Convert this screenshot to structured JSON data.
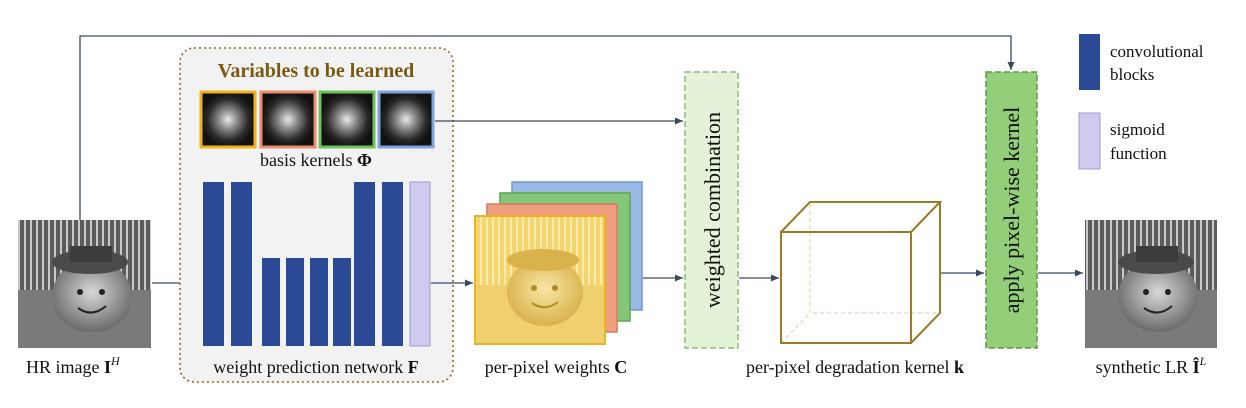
{
  "title": "Variables to be learned",
  "labels": {
    "hr_image": "HR image",
    "hr_symbol": "I",
    "hr_sup": "H",
    "basis_kernels": "basis kernels",
    "basis_symbol": "Φ",
    "network": "weight prediction network",
    "network_symbol": "F",
    "weights": "per-pixel weights",
    "weights_symbol": "C",
    "weighted_combination": "weighted combination",
    "degradation_kernel": "per-pixel degradation kernel",
    "kernel_symbol": "k",
    "apply_kernel": "apply pixel-wise kernel",
    "synthetic_lr": "synthetic LR",
    "lr_symbol": "Î",
    "lr_sup": "L"
  },
  "legend": [
    {
      "line1": "convolutional",
      "line2": "blocks",
      "color": "#2b4a96"
    },
    {
      "line1": "sigmoid",
      "line2": "function",
      "color": "#cfcbef"
    }
  ],
  "colors": {
    "learned_box_border": "#8b6a2a",
    "title": "#7a5a12",
    "conv": "#2b4a96",
    "sigmoid": "#cfcbef",
    "combination_fill": "#e4f2d8",
    "combination_border": "#8fb97a",
    "apply_fill": "#92cf78",
    "apply_border": "#5b9a45",
    "cube": "#9a7a24",
    "arrow": "#3a4a66",
    "kernel_frames": [
      "#f2b31a",
      "#e98c6c",
      "#6ec25b",
      "#7ea2dc"
    ],
    "weight_layers": [
      "#f1cf6a",
      "#ef9f80",
      "#85c77a",
      "#9bbbe6"
    ]
  }
}
